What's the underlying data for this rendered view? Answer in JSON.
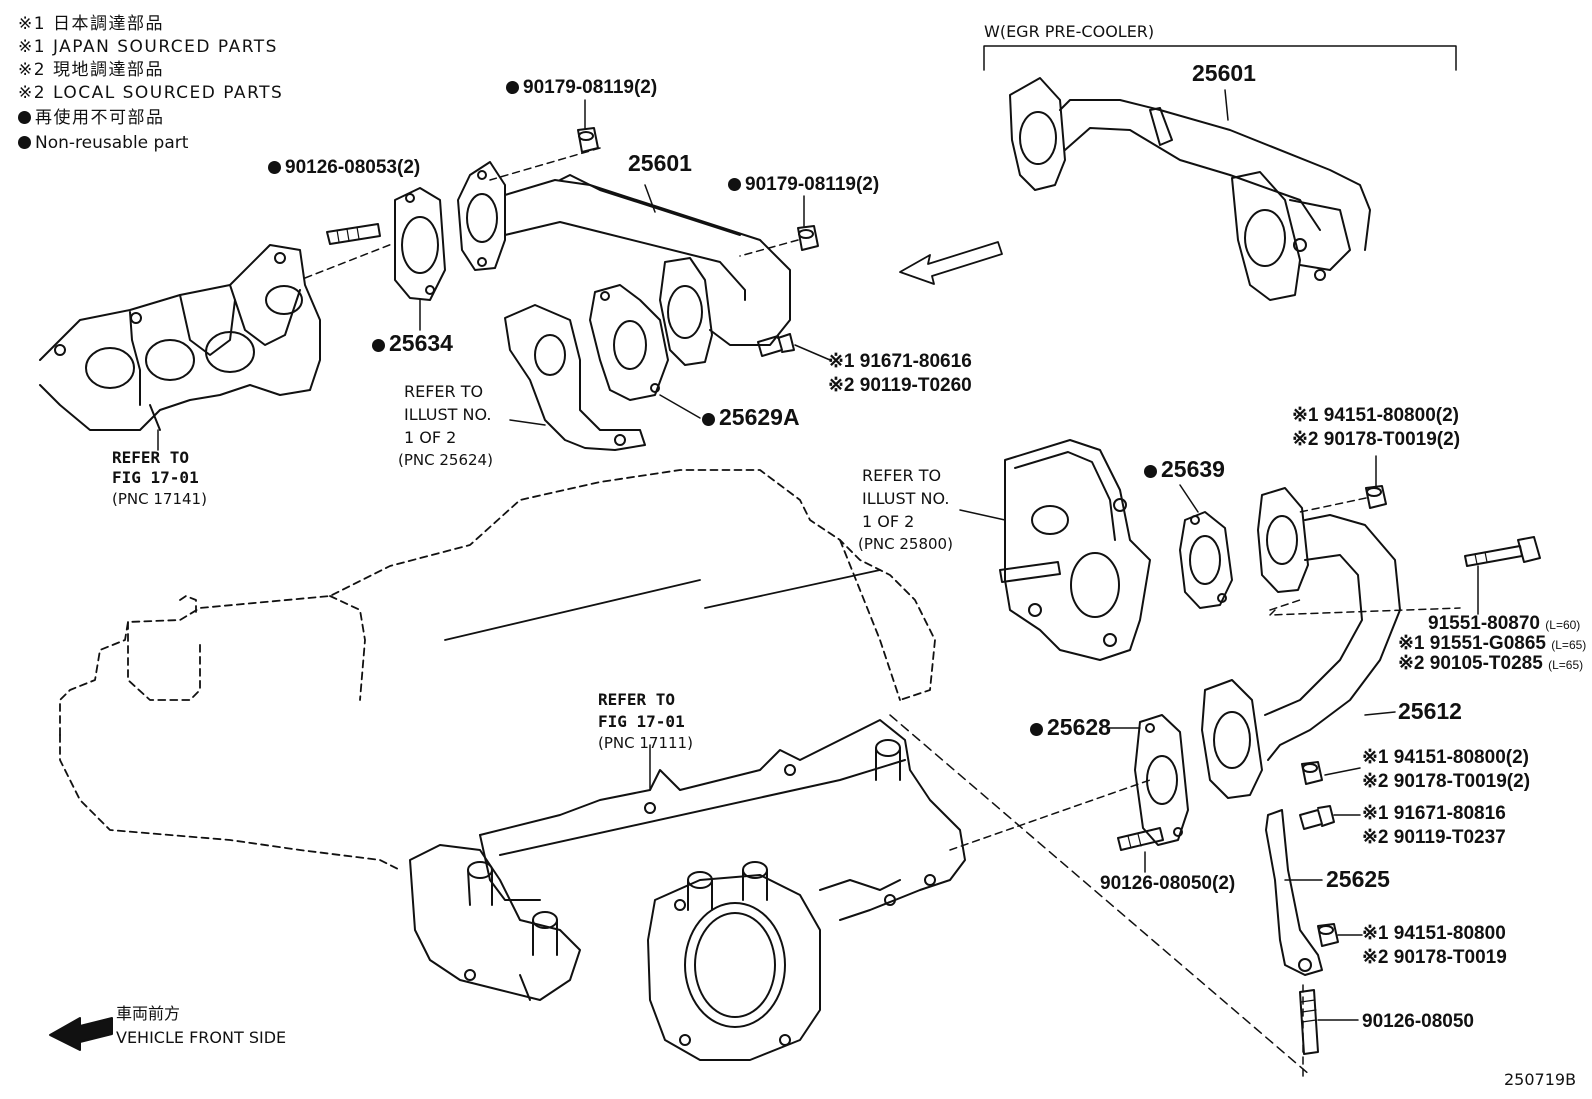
{
  "legend": {
    "line1": "※1 日本調達部品",
    "line2": "※1 JAPAN SOURCED PARTS",
    "line3": "※2 現地調達部品",
    "line4": "※2 LOCAL SOURCED PARTS",
    "line5": "再使用不可部品",
    "line6": "Non-reusable part"
  },
  "egr_cooler_title": "W(EGR PRE-COOLER)",
  "parts": {
    "p25601_top": "25601",
    "p25601_mid": "25601",
    "p90179_a": "90179-08119(2)",
    "p90179_b": "90179-08119(2)",
    "p90126_08053": "90126-08053(2)",
    "p25634": "25634",
    "p25629A": "25629A",
    "p91671_80616": "※1 91671-80616",
    "p90119_T0260": "※2 90119-T0260",
    "p25639": "25639",
    "p94151_a": "※1 94151-80800(2)",
    "p90178_a": "※2 90178-T0019(2)",
    "p91551_80870": "91551-80870",
    "p91551_80870_len": "(L=60)",
    "p91551_G0865": "※1 91551-G0865",
    "p91551_G0865_len": "(L=65)",
    "p90105_T0285": "※2 90105-T0285",
    "p90105_T0285_len": "(L=65)",
    "p25612": "25612",
    "p25628": "25628",
    "p94151_b": "※1 94151-80800(2)",
    "p90178_b": "※2 90178-T0019(2)",
    "p91671_80816": "※1 91671-80816",
    "p90119_T0237": "※2 90119-T0237",
    "p90126_08050_2": "90126-08050(2)",
    "p25625": "25625",
    "p94151_c": "※1 94151-80800",
    "p90178_c": "※2 90178-T0019",
    "p90126_08050": "90126-08050"
  },
  "refs": {
    "r1_a": "REFER TO",
    "r1_b": "FIG 17-01",
    "r1_c": "(PNC 17141)",
    "r2_a": "REFER TO",
    "r2_b": "ILLUST NO.",
    "r2_c": "1 OF 2",
    "r2_d": "(PNC 25624)",
    "r3_a": "REFER TO",
    "r3_b": "ILLUST NO.",
    "r3_c": "1 OF 2",
    "r3_d": "(PNC 25800)",
    "r4_a": "REFER TO",
    "r4_b": "FIG 17-01",
    "r4_c": "(PNC 17111)"
  },
  "front": {
    "jp": "車両前方",
    "en": "VEHICLE FRONT SIDE"
  },
  "diagram_id": "250719B"
}
